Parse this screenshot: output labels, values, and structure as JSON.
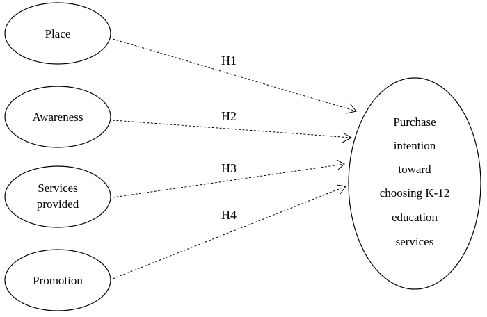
{
  "diagram": {
    "independent_variables": [
      {
        "id": "place",
        "lines": [
          "Place"
        ]
      },
      {
        "id": "awareness",
        "lines": [
          "Awareness"
        ]
      },
      {
        "id": "services",
        "lines": [
          "Services",
          "provided"
        ]
      },
      {
        "id": "promotion",
        "lines": [
          "Promotion"
        ]
      }
    ],
    "dependent_variable": {
      "id": "purchase-intention",
      "lines": [
        "Purchase",
        "intention",
        "toward",
        "choosing K-12",
        "education",
        "services"
      ]
    },
    "hypotheses": [
      {
        "label": "H1",
        "from": "place",
        "to": "purchase-intention"
      },
      {
        "label": "H2",
        "from": "awareness",
        "to": "purchase-intention"
      },
      {
        "label": "H3",
        "from": "services",
        "to": "purchase-intention"
      },
      {
        "label": "H4",
        "from": "promotion",
        "to": "purchase-intention"
      }
    ]
  }
}
